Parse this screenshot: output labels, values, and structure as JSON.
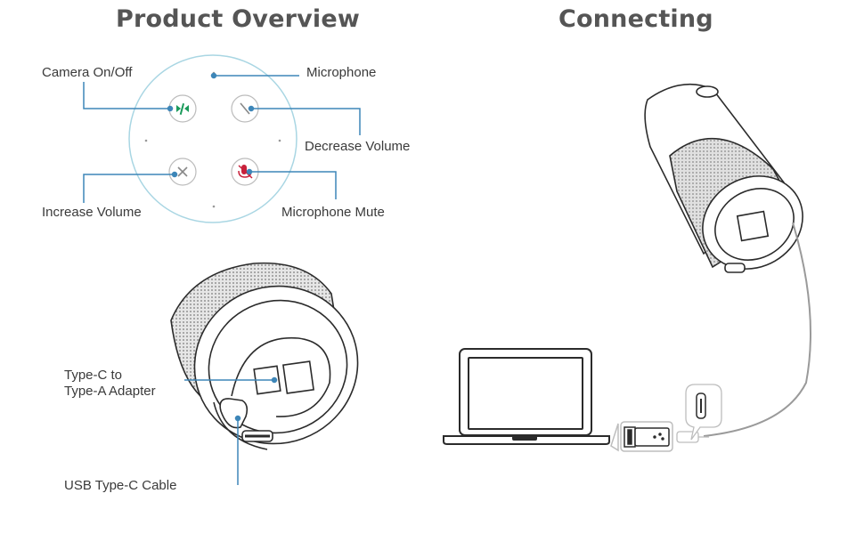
{
  "sections": {
    "overview_title": "Product Overview",
    "connecting_title": "Connecting"
  },
  "callouts": {
    "camera": "Camera On/Off",
    "microphone": "Microphone",
    "decrease_volume": "Decrease Volume",
    "increase_volume": "Increase Volume",
    "microphone_mute": "Microphone Mute",
    "adapter_line1": "Type-C to",
    "adapter_line2": "Type-A Adapter",
    "usb_cable": "USB Type-C Cable"
  },
  "colors": {
    "leader_line": "#3d86b8",
    "camera_icon": "#1a9a5a",
    "mute_icon": "#c8203a",
    "outline": "#2b2b2b"
  }
}
